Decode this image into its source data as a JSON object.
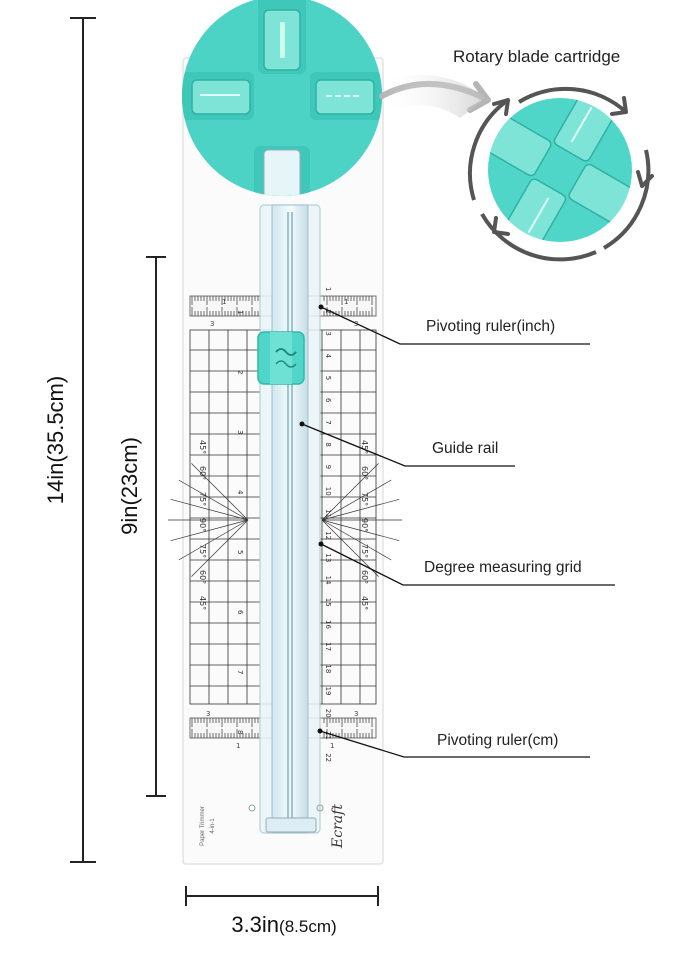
{
  "dimensions": {
    "total_height": "14in(35.5cm)",
    "grid_height": "9in(23cm)",
    "width_in": "3.3in",
    "width_cm": "(8.5cm)"
  },
  "callouts": {
    "cartridge": "Rotary blade cartridge",
    "pivot_inch": "Pivoting ruler(inch)",
    "guide_rail": "Guide rail",
    "degree_grid": "Degree measuring grid",
    "pivot_cm": "Pivoting ruler(cm)"
  },
  "product": {
    "brand": "Ecraft",
    "model": "4-in-1",
    "name": "Paper Trimmer"
  },
  "degree_marks": [
    "45°",
    "60°",
    "75°",
    "90°",
    "75°",
    "60°",
    "45°"
  ],
  "inch_numbers": [
    "1",
    "2",
    "3",
    "4",
    "5",
    "6",
    "7",
    "8"
  ],
  "cm_numbers": [
    "1",
    "2",
    "3",
    "4",
    "5",
    "6",
    "7",
    "8",
    "9",
    "10",
    "11",
    "12",
    "13",
    "14",
    "15",
    "16",
    "17",
    "18",
    "19",
    "20",
    "21",
    "22"
  ],
  "colors": {
    "accent": "#4fd6c8",
    "accent_dark": "#2fb8aa",
    "accent_light": "#8fe8de",
    "line": "#333333"
  }
}
